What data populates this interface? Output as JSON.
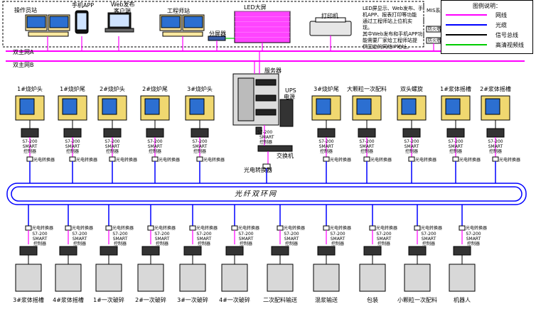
{
  "top": {
    "operator_station": "操作员站",
    "mobile_app": "手机APP",
    "web_client_l1": "Web发布",
    "web_client_l2": "客户端",
    "engineer_station": "工程师站",
    "led_screen": "LED大屏",
    "printer": "打印机",
    "switch_top": "分屏器",
    "note_l1": "LED屏显示、Web发布、手",
    "note_l2": "机APP、报表打印等功能",
    "note_l3": "通过工程师站上位机实",
    "note_l4": "现。",
    "note_l5": "其中Web发布和手机APP功",
    "note_l6": "能需要厂家给工程师站提",
    "note_l7": "供固定的网络IP地址。",
    "mis_system": "MIS系统",
    "firewall_1": "防火墙",
    "firewall_2": "防火墙"
  },
  "legend": {
    "title": "图例说明：",
    "items": [
      {
        "label": "网线",
        "color": "#ff00ff"
      },
      {
        "label": "光缆",
        "color": "#0000ff"
      },
      {
        "label": "信号总线",
        "color": "#000000"
      },
      {
        "label": "高清视频线",
        "color": "#00cc00"
      }
    ]
  },
  "buses": {
    "bus_a": "双主网A",
    "bus_b": "双主网B",
    "server": "服务器",
    "ups": "UPS",
    "ups_sub": "电源",
    "s7_title": "S7-200",
    "s7_smart": "SMART",
    "s7_ctrl": "控制器",
    "core_switch": "交换机",
    "core_converter": "光电转换器",
    "fiber_ring": "光纤双环网"
  },
  "upper_stations": [
    {
      "label": "1#烧炉头"
    },
    {
      "label": "1#烧炉尾"
    },
    {
      "label": "2#烧炉头"
    },
    {
      "label": "2#烧炉尾"
    },
    {
      "label": "3#烧炉头"
    },
    {
      "label": "3#烧炉尾"
    },
    {
      "label": "大颗粒一次配料"
    },
    {
      "label": "双头螺旋"
    },
    {
      "label": "1#浆体摇槽"
    },
    {
      "label": "2#浆体摇槽"
    }
  ],
  "lower_stations": [
    {
      "label": "3#浆体摇槽"
    },
    {
      "label": "4#浆体摇槽"
    },
    {
      "label": "1#一次破碎"
    },
    {
      "label": "2#一次破碎"
    },
    {
      "label": "3#一次破碎"
    },
    {
      "label": "4#一次破碎"
    },
    {
      "label": "二次配料输送"
    },
    {
      "label": "混浆输送"
    },
    {
      "label": "包装"
    },
    {
      "label": "小颗粒一次配料"
    },
    {
      "label": "机器人"
    }
  ],
  "station_texts": {
    "plc_l1": "S7-200",
    "plc_l2": "SMART",
    "plc_l3": "控制器",
    "converter": "光电转换器"
  }
}
